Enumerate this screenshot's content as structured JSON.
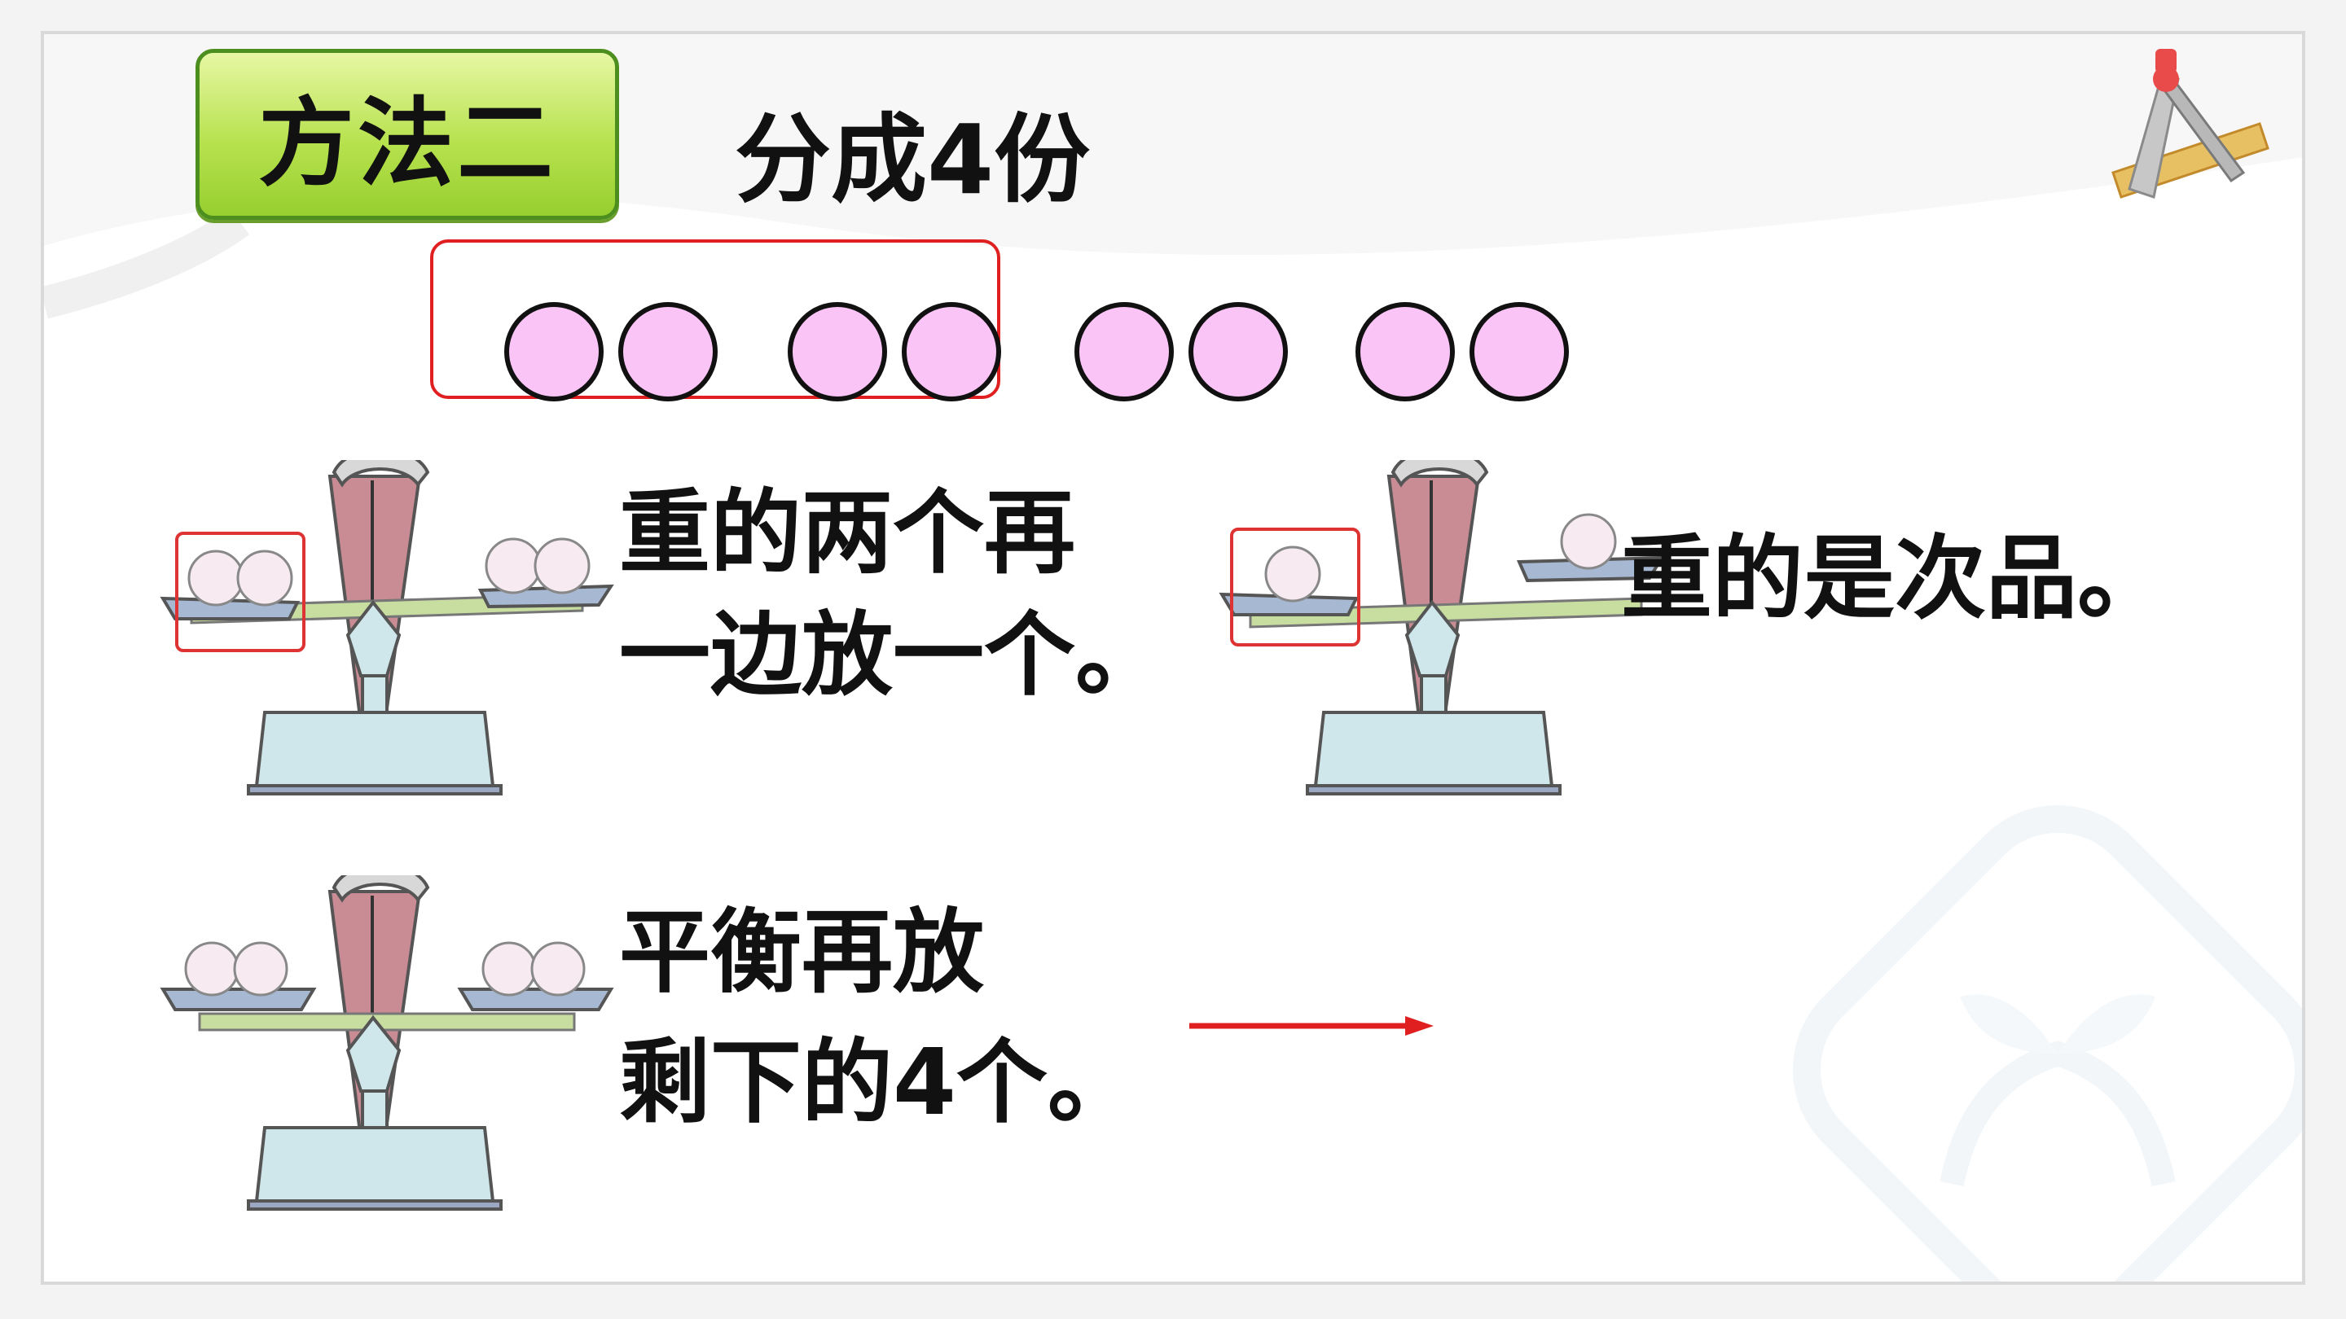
{
  "slide": {
    "method_label": "方法二",
    "split_label": "分成4份",
    "step1_line1": "重的两个再",
    "step1_line2": "一边放一个。",
    "step2_result": "重的是次品。",
    "step3_line1": "平衡再放",
    "step3_line2": "剩下的4个。"
  },
  "colors": {
    "badge_green": "#b7e24e",
    "ball_fill": "#fbc4f7",
    "highlight_red": "#e02020"
  },
  "icons": [
    "scale-icon",
    "compass-ruler-icon",
    "watermark-logo-icon",
    "arrow-right-icon"
  ]
}
